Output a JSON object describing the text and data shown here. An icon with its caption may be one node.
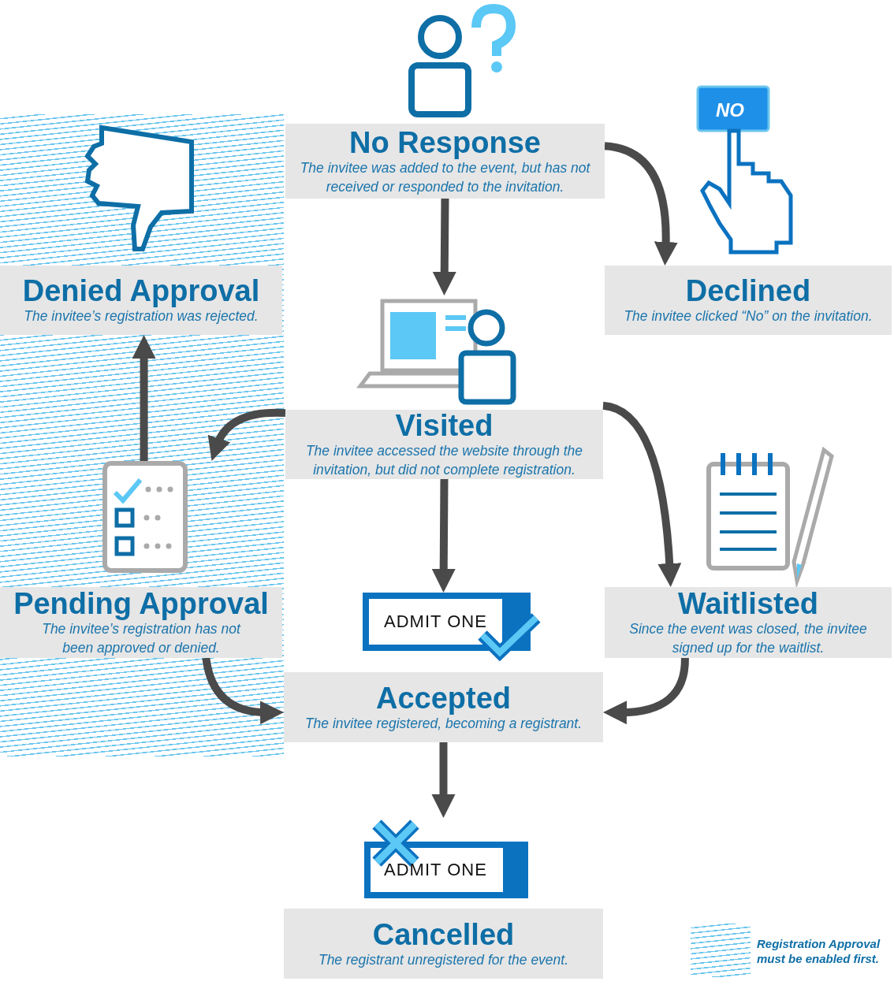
{
  "diagram": {
    "nodes": [
      {
        "text": [
          "No Response",
          "The invitee was added to the event, but has not received or responded to the invitation."
        ]
      },
      {
        "text": [
          "Declined",
          "The invitee clicked “No” on the invitation."
        ]
      },
      {
        "text": [
          "Denied Approval",
          "The invitee’s registration was rejected."
        ]
      },
      {
        "text": [
          "Visited",
          "The invitee accessed the website through the invitation, but did not complete registration."
        ]
      },
      {
        "text": [
          "Pending Approval",
          "The invitee’s registration has not been approved or denied."
        ]
      },
      {
        "text": [
          "Waitlisted",
          "Since the event was closed, the invitee signed up for the waitlist."
        ]
      },
      {
        "text": [
          "Accepted",
          "The invitee registered, becoming a registrant."
        ]
      },
      {
        "text": [
          "Cancelled",
          "The registrant unregistered for the event."
        ]
      }
    ],
    "edges": [
      {
        "from": 0,
        "to": 1,
        "arrow": "to"
      },
      {
        "from": 0,
        "to": 3,
        "arrow": "to"
      },
      {
        "from": 3,
        "to": 4,
        "arrow": "to"
      },
      {
        "from": 4,
        "to": 2,
        "arrow": "to"
      },
      {
        "from": 3,
        "to": 5,
        "arrow": "to"
      },
      {
        "from": 3,
        "to": 6,
        "arrow": "to"
      },
      {
        "from": 4,
        "to": 6,
        "arrow": "to"
      },
      {
        "from": 5,
        "to": 6,
        "arrow": "to"
      },
      {
        "from": 6,
        "to": 7,
        "arrow": "to"
      }
    ],
    "labels": [
      "NO",
      "ADMIT ONE",
      "ADMIT ONE"
    ],
    "legend": [
      {
        "text": "Registration Approval must be enabled first."
      }
    ]
  }
}
